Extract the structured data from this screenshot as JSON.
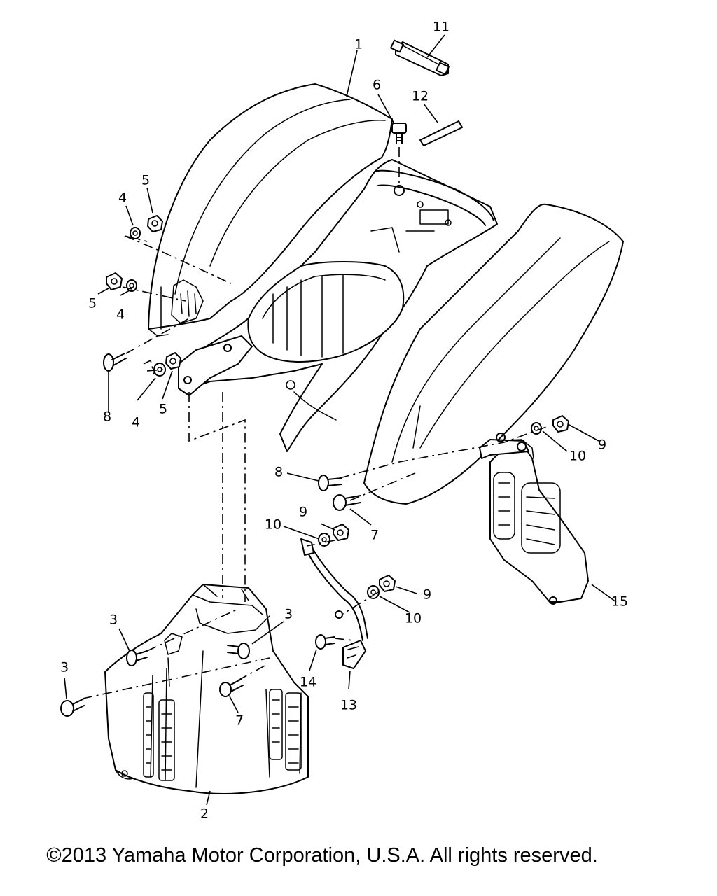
{
  "callouts": {
    "p1": "1",
    "p2": "2",
    "p3a": "3",
    "p3b": "3",
    "p3c": "3",
    "p4a": "4",
    "p4b": "4",
    "p4c": "4",
    "p5a": "5",
    "p5b": "5",
    "p5c": "5",
    "p6": "6",
    "p7a": "7",
    "p7b": "7",
    "p8a": "8",
    "p8b": "8",
    "p9a": "9",
    "p9b": "9",
    "p9c": "9",
    "p10a": "10",
    "p10b": "10",
    "p10c": "10",
    "p11": "11",
    "p12": "12",
    "p13": "13",
    "p14": "14",
    "p15": "15"
  },
  "copyright": "©2013 Yamaha Motor Corporation, U.S.A. All rights reserved."
}
